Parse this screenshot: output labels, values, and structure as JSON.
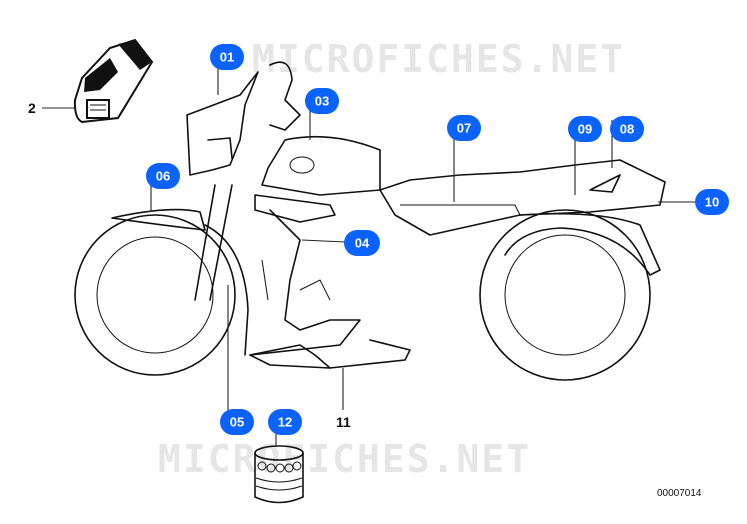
{
  "watermark": "MICROFICHES.NET",
  "diagram_code": "00007014",
  "plain_labels": {
    "part_2": "2",
    "part_11": "11"
  },
  "callouts": [
    {
      "id": "01",
      "label": "01"
    },
    {
      "id": "03",
      "label": "03"
    },
    {
      "id": "06",
      "label": "06"
    },
    {
      "id": "04",
      "label": "04"
    },
    {
      "id": "07",
      "label": "07"
    },
    {
      "id": "09",
      "label": "09"
    },
    {
      "id": "08",
      "label": "08"
    },
    {
      "id": "10",
      "label": "10"
    },
    {
      "id": "05",
      "label": "05"
    },
    {
      "id": "12",
      "label": "12"
    }
  ],
  "colors": {
    "callout": "#0a63ff"
  }
}
